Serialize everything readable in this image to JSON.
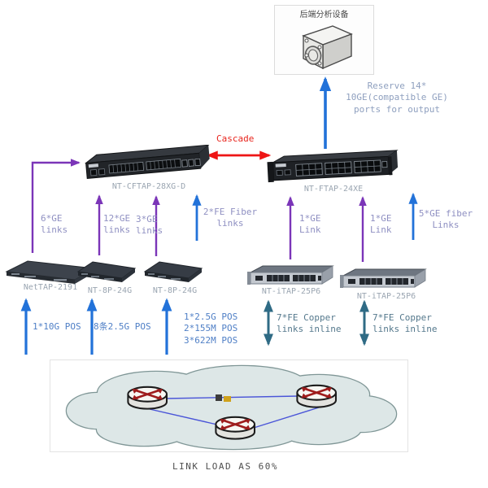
{
  "analyzer": {
    "label": "后端分析设备"
  },
  "notes": {
    "reserve": "Reserve 14*\n10GE(compatible GE)\nports for output",
    "cascade": "Cascade"
  },
  "aggregation_switches": {
    "left": {
      "name": "NT-CFTAP-28XG-D"
    },
    "right": {
      "name": "NT-FTAP-24XE"
    }
  },
  "uplinks": {
    "ge6": "6*GE\nlinks",
    "ge12": "12*GE\nlinks",
    "ge3": "3*GE\nlinks",
    "fe2_fiber": "2*FE Fiber\nlinks",
    "ge1_a": "1*GE\nLink",
    "ge1_b": "1*GE\nLink",
    "ge5_fiber": "5*GE fiber\nLinks"
  },
  "tap_devices": {
    "nettap": "NetTAP-2191",
    "nt8p_a": "NT-8P-24G",
    "nt8p_b": "NT-8P-24G",
    "itap_a": "NT-iTAP-25P6",
    "itap_b": "NT-iTAP-25P6"
  },
  "downlinks": {
    "pos_10g": "1*10G POS",
    "pos_8x25g": "8条2.5G POS",
    "pos_mixed": "1*2.5G POS\n2*155M POS\n3*622M POS",
    "copper_a": "7*FE Copper\nlinks inline",
    "copper_b": "7*FE Copper\nlinks inline"
  },
  "cloud": {
    "caption": "LINK LOAD AS 60%"
  },
  "colors": {
    "purple_link": "#7b35b8",
    "blue_link": "#2272d9",
    "red_cascade": "#ee1515",
    "teal_inline": "#2f6b85",
    "cloud_fill": "#dde7e7"
  }
}
